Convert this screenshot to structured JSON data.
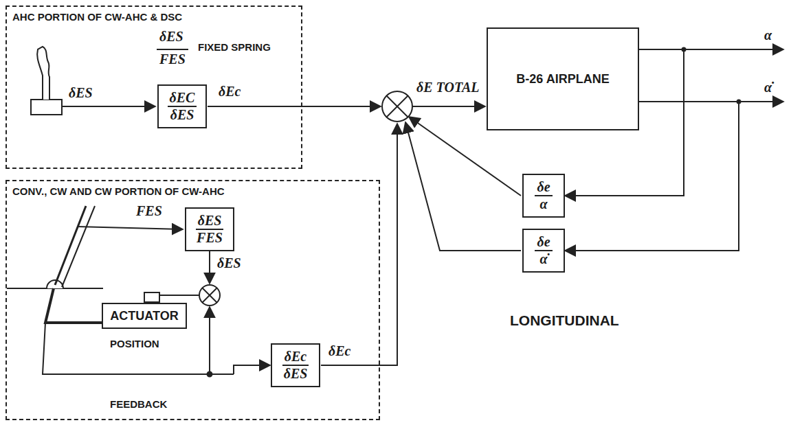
{
  "diagram": {
    "nodes": [
      {
        "text": [
          "AHC PORTION OF CW-AHC & DSC"
        ]
      },
      {
        "text": [
          "δEC",
          "δES"
        ],
        "in": 0
      },
      {
        "text": [
          "B-26 AIRPLANE"
        ]
      },
      {
        "text": [
          "δe",
          "α"
        ]
      },
      {
        "text": [
          "δe",
          "α̇"
        ]
      },
      {
        "text": [
          "CONV., CW AND CW PORTION OF CW-AHC"
        ]
      },
      {
        "text": [
          "δES",
          "FES"
        ],
        "in": 5
      },
      {
        "text": [
          "ACTUATOR"
        ],
        "in": 5
      },
      {
        "text": [
          "δEc",
          "δES"
        ],
        "in": 5
      }
    ],
    "edges": [
      {
        "from": 2,
        "to": 3,
        "arrow": "to"
      },
      {
        "from": 2,
        "to": 4,
        "arrow": "to"
      }
    ],
    "labels": [
      "δES",
      "FES",
      "FIXED SPRING",
      "δES",
      "δEc",
      "δE TOTAL",
      "α",
      "α̇",
      "FES",
      "δES",
      "POSITION",
      "FEEDBACK",
      "δEc",
      "LONGITUDINAL"
    ]
  }
}
